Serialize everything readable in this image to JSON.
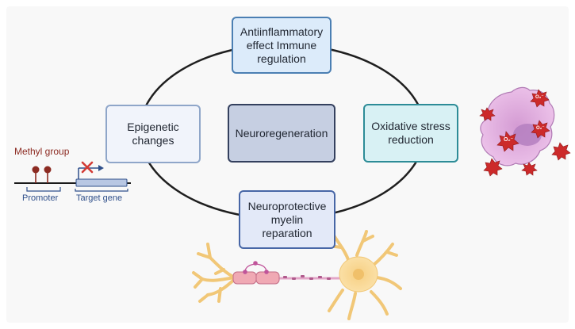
{
  "center_label": "Neuroregeneration",
  "boxes": {
    "top": "Antiinflammatory effect Immune regulation",
    "left": "Epigenetic changes",
    "right": "Oxidative stress reduction",
    "bottom": "Neuroprotective myelin reparation"
  },
  "epigenetics_inset": {
    "methyl_label": "Methyl group",
    "promoter_label": "Promoter",
    "target_label": "Target gene"
  },
  "oxidative_inset": {
    "radical_label": "O₂⁻"
  },
  "colors": {
    "background_panel": "#f8f8f8",
    "center_fill": "#c6cfe2",
    "center_border": "#34405e",
    "top_fill": "#dcebfa",
    "top_border": "#4b7fb3",
    "left_fill": "#f1f4fb",
    "left_border": "#8fa6c9",
    "right_fill": "#d8f1f4",
    "right_border": "#2d8c97",
    "bottom_fill": "#e3e9f8",
    "bottom_border": "#4766a6",
    "methyl_color": "#8c2b22",
    "gene_label_color": "#2f4f8a",
    "cell_fill": "#e7b6e3",
    "radical_red": "#cc2a2a",
    "neuron_fill": "#f7d896",
    "myelin_fill": "#f0a9b4"
  }
}
